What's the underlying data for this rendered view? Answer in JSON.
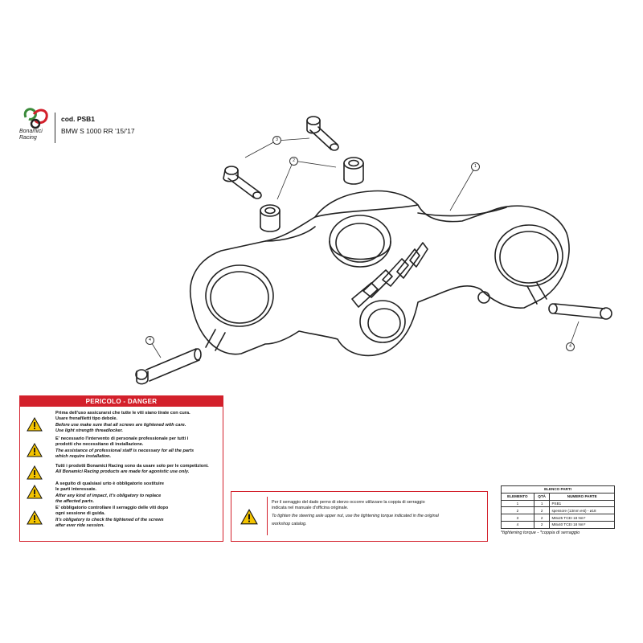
{
  "header": {
    "brand_line1": "Bonamici",
    "brand_line2": "Racing",
    "code": "cod. PSB1",
    "model": "BMW S 1000 RR '15/'17"
  },
  "callouts": [
    "3",
    "2",
    "1",
    "4",
    "4"
  ],
  "danger": {
    "title": "PERICOLO - DANGER",
    "items": [
      {
        "it": [
          "Prima dell'uso assicurarsi che tutte le viti siano tirate con cura.",
          "Usare frenafiletti tipo debole."
        ],
        "en": [
          "Before use make sure that all screws are tightened with care.",
          "Use light strength threadlocker."
        ]
      },
      {
        "it": [
          "E' necessario l'intervento di personale professionale per tutti i",
          "prodotti che necessitano di installazione."
        ],
        "en": [
          "The assistance of professional staff is necessary for all the parts",
          "which require installation."
        ]
      },
      {
        "it": [
          "Tutti i prodotti Bonamici Racing sono da usare solo per le competizioni."
        ],
        "en": [
          "All Bonamici Racing products are made for agonistic use only."
        ]
      },
      {
        "it": [
          "A seguito di qualsiasi urto è obbligatorio sostituire",
          "le parti interessate."
        ],
        "en": [
          "After any kind of impact, it's obligatory to replace",
          "the affected parts."
        ]
      },
      {
        "it": [
          "E' obbligatorio controllare il serraggio delle viti dopo",
          "ogni sessione di guida."
        ],
        "en": [
          "It's obligatory to check the tightened of the screws",
          "after ever ride session."
        ]
      }
    ]
  },
  "torque": {
    "it": [
      "Per il serraggio del dado perno di sterzo occorre utilizzare la coppia di serraggio",
      "indicata nel manuale d'officina originale."
    ],
    "en": [
      "To tighten the steering axle upper nut, use the tightening torque indicated in the original",
      "workshop catalog."
    ]
  },
  "parts_table": {
    "title": "ELENCO PARTI",
    "headers": [
      "ELEMENTO",
      "QTÀ",
      "NUMERO PARTE"
    ],
    "rows": [
      [
        "1",
        "1",
        "PSB1"
      ],
      [
        "2",
        "2",
        "spessore (13mm est) - ø18"
      ],
      [
        "3",
        "2",
        "M8x25 TCEI 18 Nm*"
      ],
      [
        "4",
        "2",
        "M8x40 TCEI 18 Nm*"
      ]
    ],
    "footnote": "*tightening torque - *coppia di serraggio"
  },
  "colors": {
    "danger_red": "#d3202b",
    "warning_yellow": "#f4c400",
    "logo_green": "#3a8a3a"
  }
}
